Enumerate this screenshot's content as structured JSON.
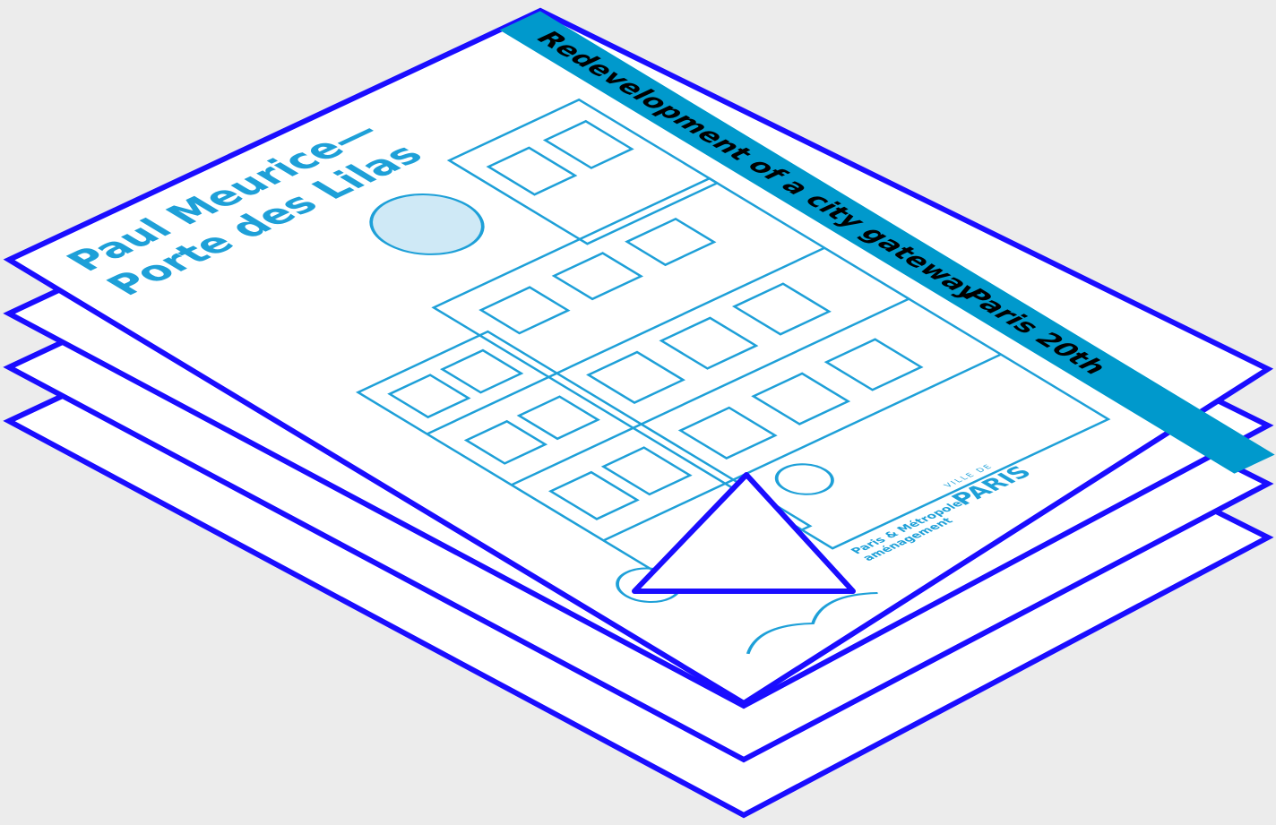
{
  "poster": {
    "title_line1": "Paul Meurice—",
    "title_line2": "Porte des Lilas",
    "band_location": "Paris 20th",
    "band_subtitle": "Redevelopment of a city gateway",
    "partner_line1": "Paris & Métropole",
    "partner_line2": "aménagement",
    "logo_small": "VILLE DE",
    "logo_big": "PARIS"
  },
  "colors": {
    "sheet_outline": "#1a0dff",
    "poster_accent": "#1ea0d8",
    "band": "#0099cc",
    "background": "#ececec"
  }
}
